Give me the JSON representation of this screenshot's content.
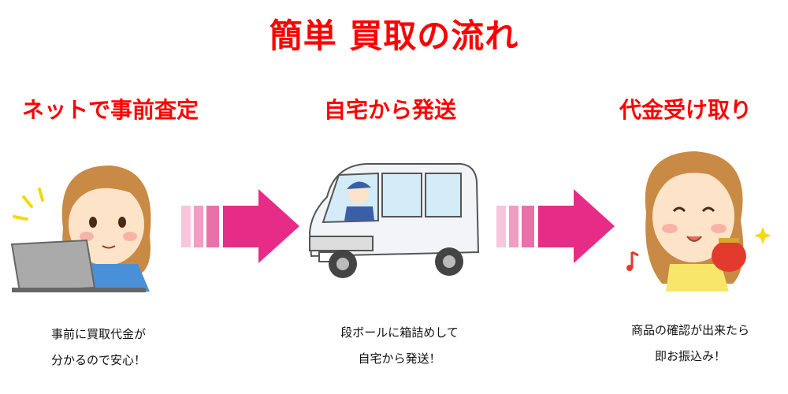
{
  "title": "簡単 買取の流れ",
  "steps": [
    {
      "title": "ネットで事前査定",
      "caption_line1": "事前に買取代金が",
      "caption_line2": "分かるので安心！"
    },
    {
      "title": "自宅から発送",
      "caption_line1": "段ボールに箱詰めして",
      "caption_line2": "自宅から発送！"
    },
    {
      "title": "代金受け取り",
      "caption_line1": "商品の確認が出来たら",
      "caption_line2": "即お振込み！"
    }
  ],
  "colors": {
    "title": "#ff0000",
    "arrow": "#e62c87",
    "bar1": "#f7c6dc",
    "bar2": "#f09cc3",
    "bar3": "#ea70a9"
  }
}
